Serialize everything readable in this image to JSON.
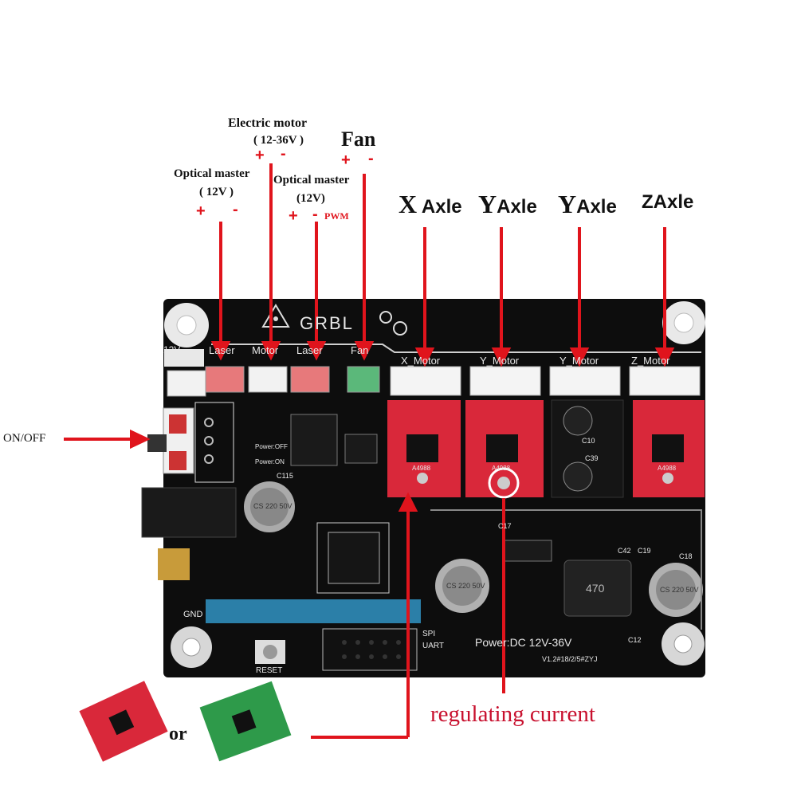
{
  "labels": {
    "electric_motor": "Electric motor",
    "electric_motor_voltage": "( 12-36V )",
    "fan": "Fan",
    "optical_master_left": "Optical master",
    "optical_master_left_voltage": "( 12V )",
    "optical_master_mid": "Optical master",
    "optical_master_mid_voltage": "(12V)",
    "pwm": "PWM",
    "on_off": "ON/OFF",
    "regulating_current": "regulating current",
    "or": "or",
    "plus": "+",
    "minus": "-"
  },
  "axles": [
    {
      "letter": "X",
      "word": "Axle"
    },
    {
      "letter": "Y",
      "word": "Axle"
    },
    {
      "letter": "Y",
      "word": "Axle"
    },
    {
      "letter": "Z",
      "word": "Axle"
    }
  ],
  "board": {
    "title": "GRBL",
    "v12": "12V",
    "laser1": "Laser",
    "motor": "Motor",
    "laser2": "Laser",
    "fan": "Fan",
    "x_motor": "X_Motor",
    "y_motor1": "Y_Motor",
    "y_motor2": "Y_Motor",
    "z_motor": "Z_Motor",
    "power_off": "Power:OFF",
    "power_on": "Power:ON",
    "reset": "RESET",
    "gnd": "GND",
    "spi": "SPI",
    "uart": "UART",
    "power_rating": "Power:DC 12V-36V",
    "version": "V1.2#18/2/5#ZYJ",
    "cap_text": "CS 220 50V",
    "inductor": "470",
    "driver_chip": "A4988",
    "c115": "C115",
    "c10": "C10",
    "c39": "C39",
    "c18": "C18",
    "c17": "C17",
    "c42": "C42",
    "c19": "C19",
    "c12": "C12"
  },
  "colors": {
    "arrow": "#e0141c",
    "board": "#0d0d0d",
    "driver_red": "#d9283a",
    "driver_green": "#2e9a4a",
    "header_pins": "#2b7fa8"
  }
}
